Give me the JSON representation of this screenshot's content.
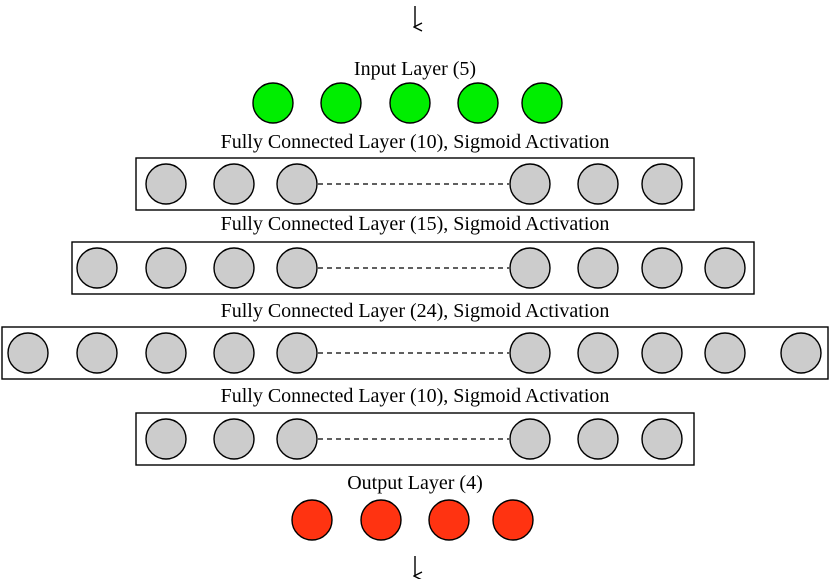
{
  "layers": [
    {
      "id": "input",
      "label": "Input Layer (5)",
      "kind": "input"
    },
    {
      "id": "fc1",
      "label": "Fully Connected Layer (10), Sigmoid Activation",
      "kind": "hidden"
    },
    {
      "id": "fc2",
      "label": "Fully Connected Layer (15), Sigmoid Activation",
      "kind": "hidden"
    },
    {
      "id": "fc3",
      "label": "Fully Connected Layer (24), Sigmoid Activation",
      "kind": "hidden"
    },
    {
      "id": "fc4",
      "label": "Fully Connected Layer (10), Sigmoid Activation",
      "kind": "hidden"
    },
    {
      "id": "output",
      "label": "Output Layer (4)",
      "kind": "output"
    }
  ],
  "colors": {
    "input_node": "#00ee00",
    "hidden_node": "#cccccc",
    "output_node": "#ff3311",
    "stroke": "#000000"
  }
}
